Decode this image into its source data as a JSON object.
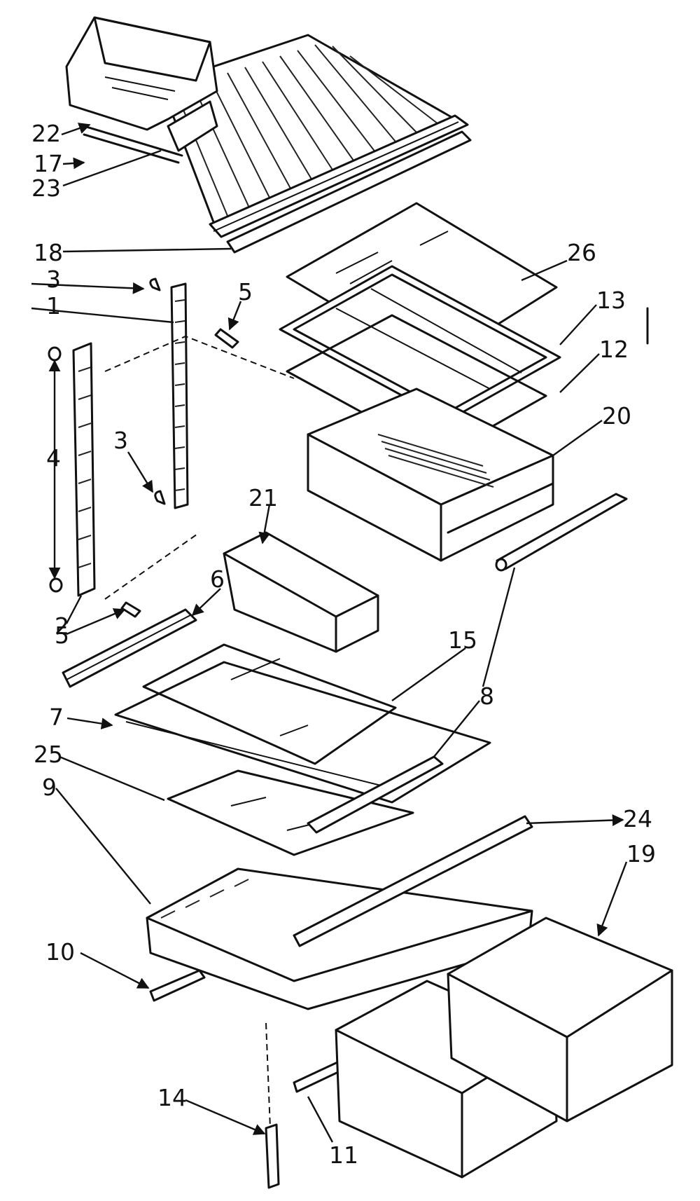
{
  "callouts": {
    "c1": "1",
    "c2": "2",
    "c3a": "3",
    "c3b": "3",
    "c4": "4",
    "c5a": "5",
    "c5b": "5",
    "c6": "6",
    "c7": "7",
    "c8": "8",
    "c9": "9",
    "c10": "10",
    "c11": "11",
    "c12": "12",
    "c13": "13",
    "c14": "14",
    "c15": "15",
    "c17": "17",
    "c18": "18",
    "c19": "19",
    "c20": "20",
    "c21": "21",
    "c22": "22",
    "c23": "23",
    "c24": "24",
    "c25": "25",
    "c26": "26"
  }
}
